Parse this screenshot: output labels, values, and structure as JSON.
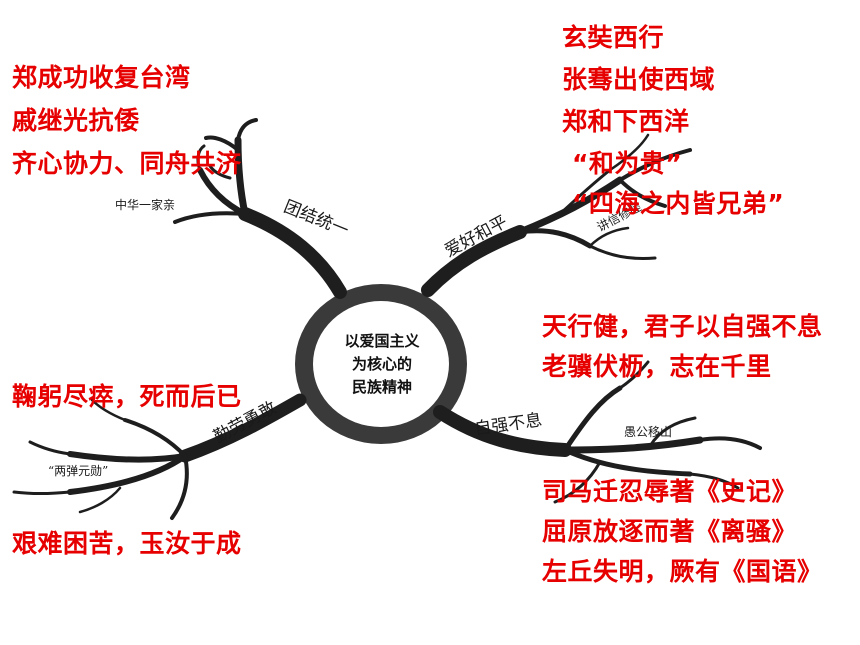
{
  "center": {
    "lines": [
      "以爱国主义",
      "为核心的",
      "民族精神"
    ]
  },
  "branches": {
    "unity": "团结统一",
    "peace": "爱好和平",
    "diligence": "勤劳勇敢",
    "strive": "自强不息"
  },
  "sub_labels": {
    "one_family": "中华一家亲",
    "trust": "讲信修睦",
    "bombs": "“两弹元勋”",
    "yugong": "愚公移山"
  },
  "red_text": {
    "unity": [
      "郑成功收复台湾",
      "戚继光抗倭",
      "齐心协力、同舟共济"
    ],
    "peace": [
      "玄奘西行",
      "张骞出使西域",
      "郑和下西洋",
      "“和为贵”",
      "“四海之内皆兄弟”"
    ],
    "strive_top": [
      "天行健，君子以自强不息",
      "老骥伏枥，志在千里"
    ],
    "diligence_top": "鞠躬尽瘁，死而后已",
    "diligence_bottom": "艰难困苦，玉汝于成",
    "strive_bottom": [
      "司马迁忍辱著《史记》",
      "屈原放逐而著《离骚》",
      "左丘失明，厥有《国语》"
    ]
  },
  "colors": {
    "red": "#e60000",
    "ink": "#1a1a1a",
    "ring_fill": "#3a3a3a"
  }
}
